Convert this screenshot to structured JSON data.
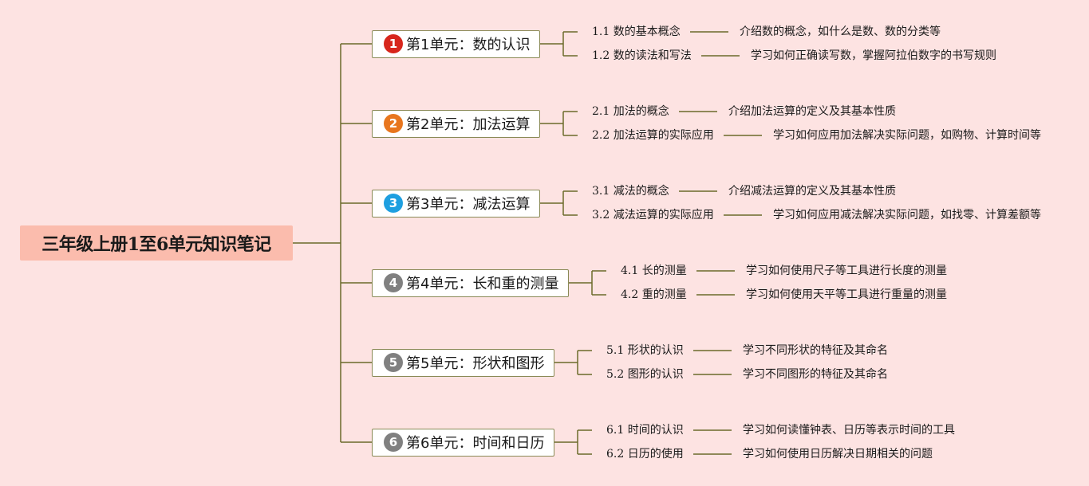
{
  "root": {
    "title": "三年级上册1至6单元知识笔记"
  },
  "units": [
    {
      "num": "1",
      "title": "第1单元：数的认识",
      "badge_color": "#d7261c",
      "subs": [
        {
          "label": "1.1 数的基本概念",
          "desc": "介绍数的概念，如什么是数、数的分类等"
        },
        {
          "label": "1.2 数的读法和写法",
          "desc": "学习如何正确读写数，掌握阿拉伯数字的书写规则"
        }
      ]
    },
    {
      "num": "2",
      "title": "第2单元：加法运算",
      "badge_color": "#e8761e",
      "subs": [
        {
          "label": "2.1 加法的概念",
          "desc": "介绍加法运算的定义及其基本性质"
        },
        {
          "label": "2.2 加法运算的实际应用",
          "desc": "学习如何应用加法解决实际问题，如购物、计算时间等"
        }
      ]
    },
    {
      "num": "3",
      "title": "第3单元：减法运算",
      "badge_color": "#1e9fe0",
      "subs": [
        {
          "label": "3.1 减法的概念",
          "desc": "介绍减法运算的定义及其基本性质"
        },
        {
          "label": "3.2 减法运算的实际应用",
          "desc": "学习如何应用减法解决实际问题，如找零、计算差额等"
        }
      ]
    },
    {
      "num": "4",
      "title": "第4单元：长和重的测量",
      "badge_color": "#808080",
      "subs": [
        {
          "label": "4.1 长的测量",
          "desc": "学习如何使用尺子等工具进行长度的测量"
        },
        {
          "label": "4.2 重的测量",
          "desc": "学习如何使用天平等工具进行重量的测量"
        }
      ]
    },
    {
      "num": "5",
      "title": "第5单元：形状和图形",
      "badge_color": "#808080",
      "subs": [
        {
          "label": "5.1 形状的认识",
          "desc": "学习不同形状的特征及其命名"
        },
        {
          "label": "5.2 图形的认识",
          "desc": "学习不同图形的特征及其命名"
        }
      ]
    },
    {
      "num": "6",
      "title": "第6单元：时间和日历",
      "badge_color": "#808080",
      "subs": [
        {
          "label": "6.1 时间的认识",
          "desc": "学习如何读懂钟表、日历等表示时间的工具"
        },
        {
          "label": "6.2 日历的使用",
          "desc": "学习如何使用日历解决日期相关的问题"
        }
      ]
    }
  ],
  "style": {
    "background": "#fde3e2",
    "root_fill": "#fbbcad",
    "line_color": "#6b6b2a"
  }
}
